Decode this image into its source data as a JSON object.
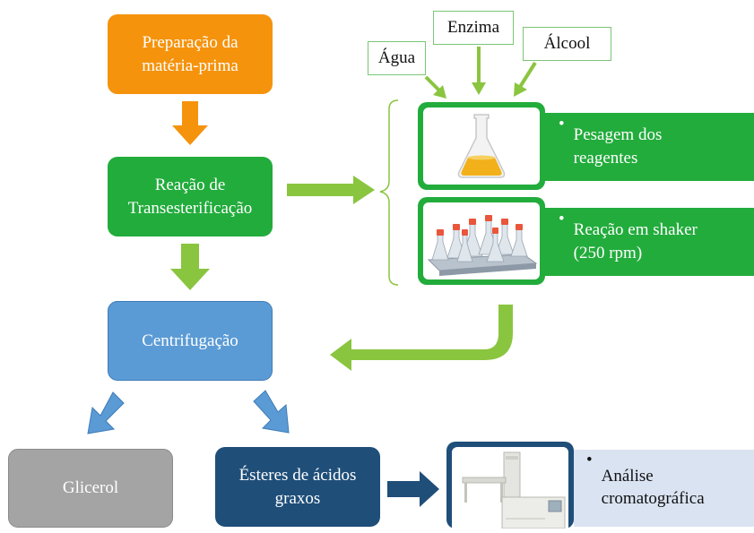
{
  "nodes": {
    "prep": "Preparação da\nmatéria-prima",
    "reac": "Reação de\nTransesterificação",
    "cent": "Centrifugação",
    "glic": "Glicerol",
    "este": "Ésteres de ácidos\ngraxos"
  },
  "inputs": {
    "agua": "Água",
    "enzima": "Enzima",
    "alcool": "Álcool"
  },
  "steps": {
    "pesagem": "Pesagem dos\nreagentes",
    "shaker": "Reação em shaker\n(250 rpm)",
    "analise": "Análise\ncromatográfica"
  },
  "bullet": "•",
  "colors": {
    "orange": "#f5930d",
    "green": "#22ac3c",
    "light_green_arrow": "#8ac53f",
    "blue": "#5b9bd5",
    "navy": "#1f4e79",
    "gray": "#a4a4a4",
    "light_blue": "#dae3f2"
  },
  "icons": [
    "erlenmeyer-flask-icon",
    "shaker-bottles-icon",
    "gas-chromatograph-icon"
  ]
}
